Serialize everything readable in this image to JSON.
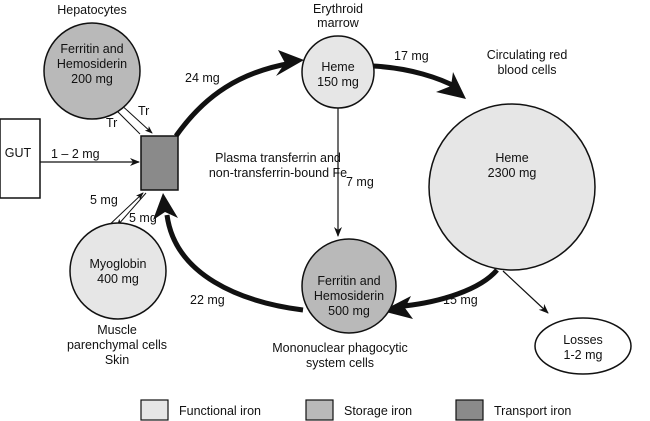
{
  "colors": {
    "functional": "#e6e6e6",
    "storage": "#b9b9b9",
    "transport": "#8a8a8a",
    "stroke": "#111111"
  },
  "nodes": {
    "hepatocytes": {
      "title": "Hepatocytes",
      "line1": "Ferritin and",
      "line2": "Hemosiderin",
      "line3": "200 mg",
      "type": "storage"
    },
    "gut": {
      "label": "GUT"
    },
    "plasma": {
      "line1": "Plasma transferrin and",
      "line2": "non-transferrin-bound Fe",
      "type": "transport"
    },
    "erythroid": {
      "title1": "Erythroid",
      "title2": "marrow",
      "line1": "Heme",
      "line2": "150 mg",
      "type": "functional"
    },
    "rbc": {
      "title1": "Circulating red",
      "title2": "blood cells",
      "line1": "Heme",
      "line2": "2300 mg",
      "type": "functional"
    },
    "mps": {
      "line1": "Ferritin and",
      "line2": "Hemosiderin",
      "line3": "500 mg",
      "caption1": "Mononuclear phagocytic",
      "caption2": "system cells",
      "type": "storage"
    },
    "muscle": {
      "line1": "Myoglobin",
      "line2": "400 mg",
      "caption1": "Muscle",
      "caption2": "parenchymal cells",
      "caption3": "Skin",
      "type": "functional"
    },
    "losses": {
      "line1": "Losses",
      "line2": "1-2 mg"
    }
  },
  "flows": {
    "gut_to_plasma": "1 – 2 mg",
    "hep_tr_in": "Tr",
    "hep_tr_out": "Tr",
    "plasma_to_marrow": "24 mg",
    "marrow_to_rbc": "17 mg",
    "marrow_to_mps": "7 mg",
    "rbc_to_mps": "15 mg",
    "mps_to_plasma": "22 mg",
    "muscle_out": "5 mg",
    "muscle_in": "5 mg"
  },
  "legend": [
    {
      "label": "Functional iron",
      "type": "functional"
    },
    {
      "label": "Storage iron",
      "type": "storage"
    },
    {
      "label": "Transport iron",
      "type": "transport"
    }
  ]
}
